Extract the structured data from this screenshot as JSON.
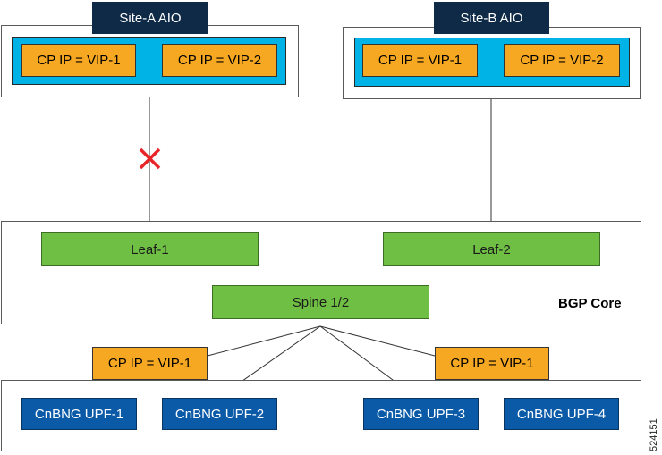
{
  "site_a": {
    "title": "Site-A AIO",
    "vips": [
      "CP IP = VIP-1",
      "CP IP = VIP-2"
    ]
  },
  "site_b": {
    "title": "Site-B AIO",
    "vips": [
      "CP IP = VIP-1",
      "CP IP = VIP-2"
    ]
  },
  "core": {
    "label": "BGP Core",
    "leaf1": "Leaf-1",
    "leaf2": "Leaf-2",
    "spine": "Spine 1/2"
  },
  "upf_groups": {
    "left_vip": "CP IP = VIP-1",
    "right_vip": "CP IP = VIP-1"
  },
  "upfs": [
    "CnBNG UPF-1",
    "CnBNG UPF-2",
    "CnBNG UPF-3",
    "CnBNG UPF-4"
  ],
  "link_status": {
    "site_a_to_leaf1": "down"
  },
  "colors": {
    "failure_mark": "#e8262a",
    "site_fill": "#00b3e6",
    "title_fill": "#0e2a47",
    "vip_fill": "#f7a823",
    "switch_fill": "#6fbf44",
    "upf_fill": "#0a5aa8"
  },
  "figure_id": "524151"
}
